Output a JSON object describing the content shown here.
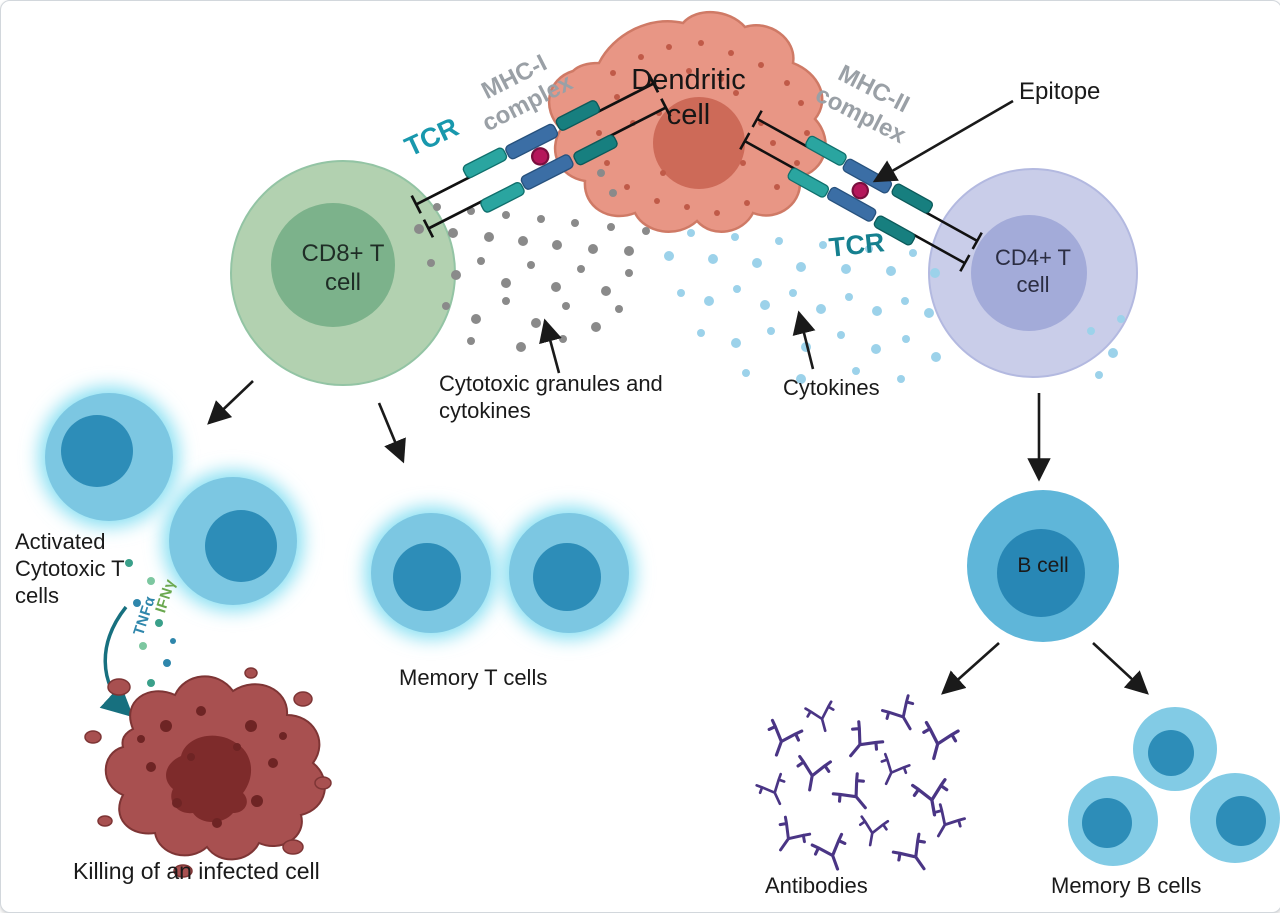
{
  "figure": {
    "type": "immunology-antigen-presentation-diagram",
    "labels": {
      "dendritic_cell": "Dendritic\ncell",
      "mhc_i": "MHC-I\ncomplex",
      "mhc_ii": "MHC-II\ncomplex",
      "tcr_left": "TCR",
      "tcr_right": "TCR",
      "epitope": "Epitope",
      "cd8_t_cell": "CD8+ T\ncell",
      "cd4_t_cell": "CD4+ T\ncell",
      "cytotoxic_granules": "Cytotoxic granules and\ncytokines",
      "cytokines": "Cytokines",
      "activated_cytotoxic_t_cells": "Activated\nCytotoxic T\ncells",
      "ifn_gamma": "IFNγ",
      "tnf_alpha": "TNFα",
      "memory_t_cells": "Memory T cells",
      "killing_infected_cell": "Killing of an infected cell",
      "b_cell": "B cell",
      "antibodies": "Antibodies",
      "memory_b_cells": "Memory B cells"
    },
    "colors": {
      "dendritic_body": "#e89685",
      "dendritic_nucleus": "#cd6a58",
      "cd8_body": "#b2d1b0",
      "cd8_nucleus": "#7cb28b",
      "cd4_body": "#c9cde9",
      "cd4_nucleus": "#a3abd9",
      "t_cell_blue": "#7cc7e2",
      "t_cell_nucleus": "#2d8db8",
      "b_cell_body": "#5fb6d9",
      "b_cell_nucleus": "#1f7fae",
      "glow_cyan": "#86dff2",
      "mhc_teal": "#2aa5a0",
      "mhc_blue": "#3b6ea5",
      "epitope_dot": "#b5175b",
      "granule_gray": "#8a8a8a",
      "cytokine_blue": "#9cd2ea",
      "antibody_purple": "#4a3585",
      "infected_cell_red": "#a85050",
      "tcr_label_teal": "#1898ad",
      "mhc_label_gray": "#9aa0a6",
      "arrow_black": "#1a1a1a",
      "arrow_teal": "#17707f",
      "ifn_green": "#6aa84f",
      "tnf_teal": "#2e86ab"
    }
  }
}
